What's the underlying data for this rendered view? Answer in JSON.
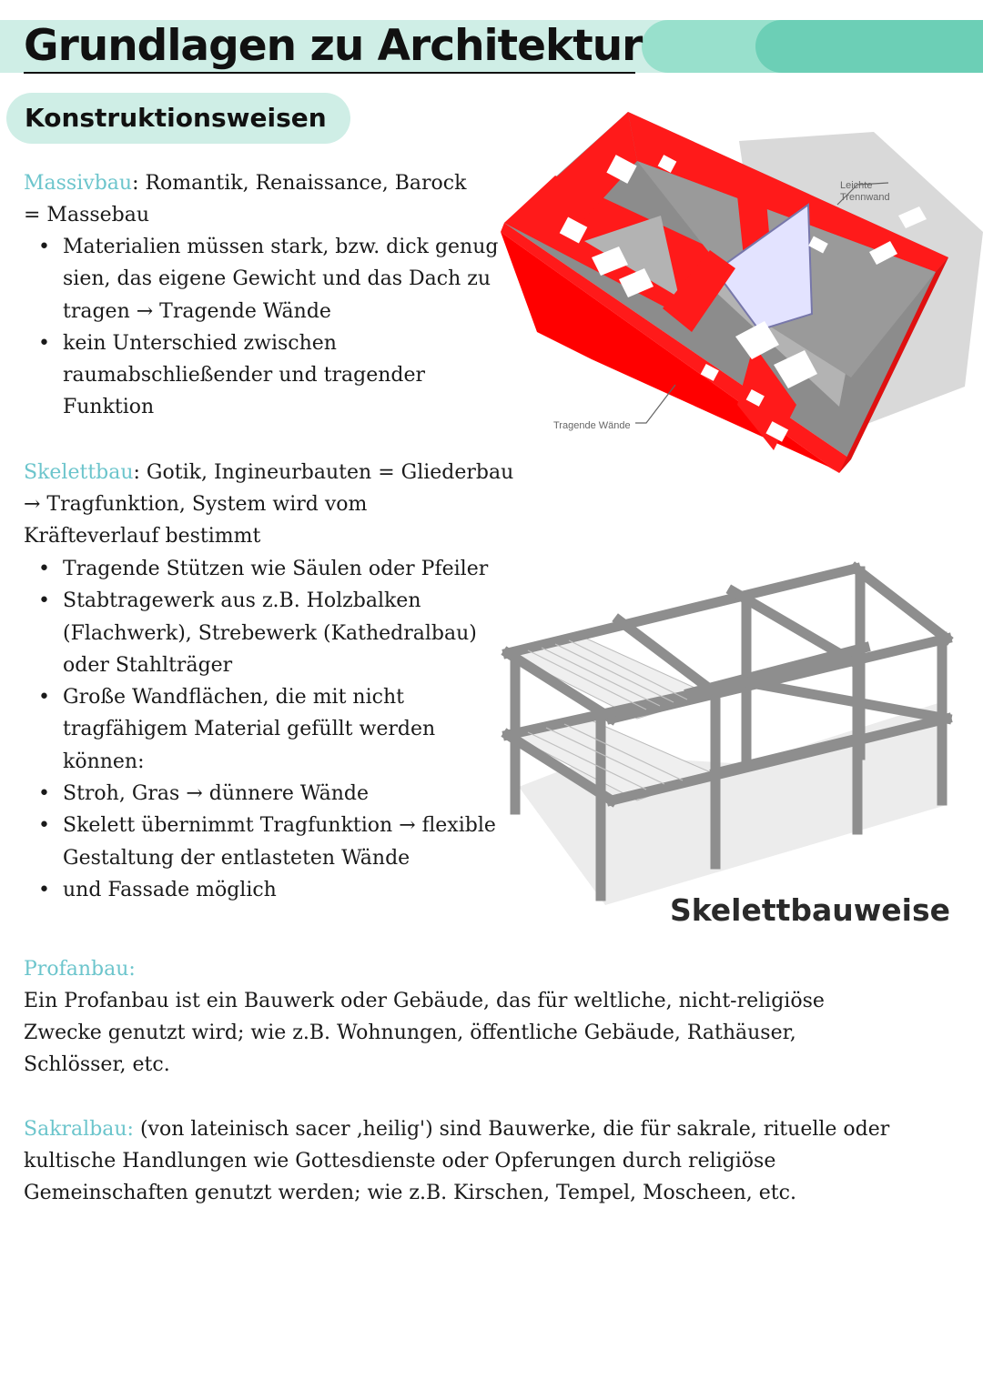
{
  "header": {
    "title": "Grundlagen zu Architektur",
    "section": "Konstruktionsweisen"
  },
  "massivbau": {
    "term": "Massivbau",
    "line1_rest": ": Romantik, Renaissance, Barock",
    "line2": "= Massebau",
    "bullets": [
      [
        "Materialien müssen stark, bzw. dick genug",
        "sien, das eigene Gewicht und das Dach zu",
        "tragen → Tragende Wände"
      ],
      [
        "kein Unterschied zwischen",
        "raumabschließender und tragender",
        "Funktion"
      ]
    ]
  },
  "skelettbau": {
    "term": "Skelettbau",
    "line1_rest": ": Gotik, Ingineurbauten = Gliederbau",
    "line2": "→ Tragfunktion, System wird vom",
    "line3": "Kräfteverlauf bestimmt",
    "bullets": [
      [
        "Tragende Stützen wie Säulen oder Pfeiler"
      ],
      [
        "Stabtragewerk aus z.B. Holzbalken",
        "(Flachwerk), Strebewerk (Kathedralbau)",
        "oder Stahlträger"
      ],
      [
        "Große Wandflächen, die mit nicht",
        "tragfähigem Material gefüllt werden",
        "können:"
      ],
      [
        "Stroh, Gras → dünnere Wände"
      ],
      [
        "Skelett übernimmt Tragfunktion → flexible",
        "Gestaltung der entlasteten Wände"
      ],
      [
        "und Fassade möglich"
      ]
    ]
  },
  "profanbau": {
    "term": "Profanbau:",
    "lines": [
      "Ein Profanbau ist ein Bauwerk oder Gebäude, das für weltliche, nicht-religiöse",
      "Zwecke genutzt wird; wie z.B. Wohnungen, öffentliche Gebäude, Rathäuser,",
      "Schlösser, etc."
    ]
  },
  "sakralbau": {
    "term": "Sakralbau:",
    "line1_rest": " (von lateinisch sacer ‚heilig') sind Bauwerke, die für sakrale, rituelle oder",
    "lines": [
      "kultische Handlungen wie Gottesdienste oder Opferungen durch religiöse",
      "Gemeinschaften genutzt werden; wie z.B. Kirschen, Tempel, Moscheen, etc."
    ]
  },
  "figure_massiv": {
    "label_light": [
      "Leichte",
      "Trennwand"
    ],
    "label_load": "Tragende Wände",
    "wall_color": "#ff1a1a"
  },
  "figure_skelett": {
    "caption": "Skelettbauweise"
  },
  "colors": {
    "accent_text": "#6cc5cc",
    "band_light": "#cfeee6",
    "band_mid": "#98e0cc",
    "band_dark": "#6ccfb6"
  }
}
